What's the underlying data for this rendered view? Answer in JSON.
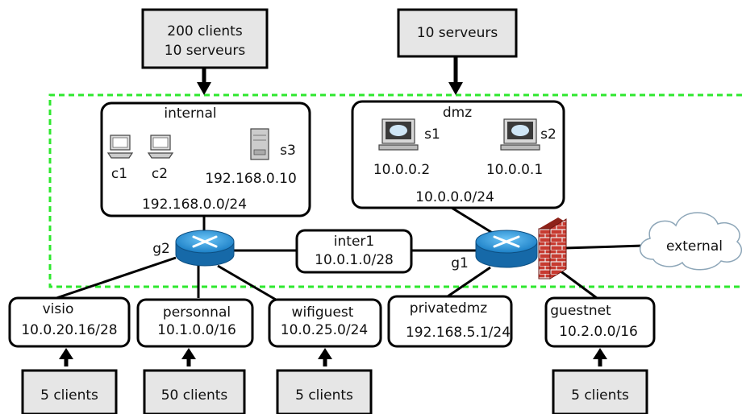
{
  "sources": {
    "internal_src": [
      "200 clients",
      "10 serveurs"
    ],
    "dmz_src": "10 serveurs",
    "visio_src": "5 clients",
    "personnal_src": "50 clients",
    "wifiguest_src": "5 clients",
    "guestnet_src": "5 clients"
  },
  "zones": {
    "internal": {
      "name": "internal",
      "subnet": "192.168.0.0/24",
      "hosts": [
        {
          "name": "c1"
        },
        {
          "name": "c2"
        },
        {
          "name": "s3",
          "ip": "192.168.0.10"
        }
      ]
    },
    "dmz": {
      "name": "dmz",
      "subnet": "10.0.0.0/24",
      "hosts": [
        {
          "name": "s1",
          "ip": "10.0.0.2"
        },
        {
          "name": "s2",
          "ip": "10.0.0.1"
        }
      ]
    }
  },
  "routers": {
    "g2": "g2",
    "g1": "g1"
  },
  "links": {
    "inter1": {
      "name": "inter1",
      "subnet": "10.0.1.0/28"
    }
  },
  "networks": {
    "visio": {
      "name": "visio",
      "subnet": "10.0.20.16/28"
    },
    "personnal": {
      "name": "personnal",
      "subnet": "10.1.0.0/16"
    },
    "wifiguest": {
      "name": "wifiguest",
      "subnet": "10.0.25.0/24"
    },
    "privatedmz": {
      "name": "privatedmz",
      "subnet": "192.168.5.1/24"
    },
    "guestnet": {
      "name": "guestnet",
      "subnet": "10.2.0.0/16"
    }
  },
  "external": "external",
  "colors": {
    "boundary": "#2ee82e",
    "router": "#1e90d8",
    "firewall": "#c0302a",
    "source_fill": "#e6e6e6"
  }
}
